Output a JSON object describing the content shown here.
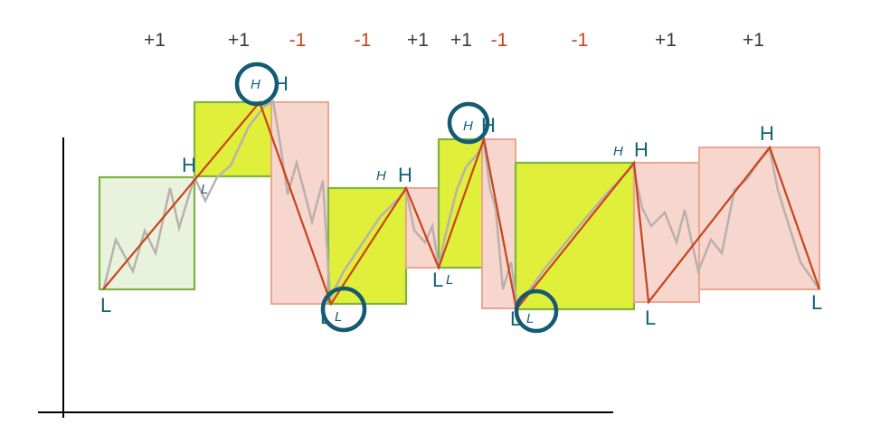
{
  "colors": {
    "up_box_fill": "#e0ef3a",
    "up_box_stroke": "#7cb342",
    "first_box_fill": "#e9f2dc",
    "down_box_fill": "#f7d6cd",
    "down_box_stroke": "#eaa690",
    "zigzag": "#c8431d",
    "price_line": "#b9b1ad",
    "circle": "#145a73",
    "label": "#11607a",
    "sign_positive": "#3a3a3a",
    "sign_negative": "#c8431d",
    "axis": "#000000"
  },
  "signs": [
    "+1",
    "+1",
    "-1",
    "-1",
    "+1",
    "+1",
    "-1",
    "-1",
    "+1",
    "+1"
  ],
  "labels": {
    "high": "H",
    "low": "L",
    "high_small": "H",
    "low_small": "L"
  }
}
